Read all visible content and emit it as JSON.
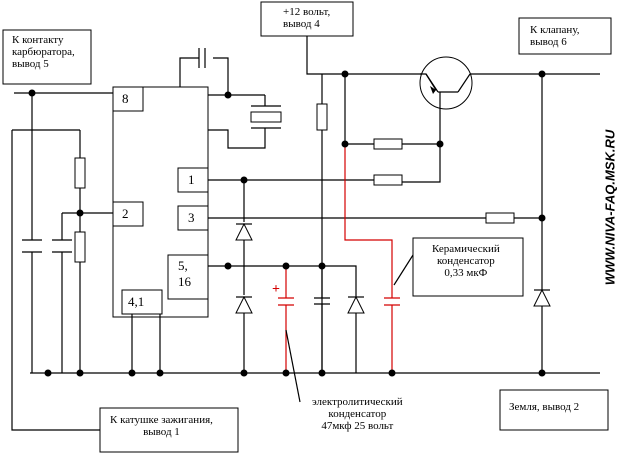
{
  "labels": {
    "carb_contact": "К контакту\nкарбюратора,\nвывод 5",
    "plus12": "+12 вольт,\nвывод 4",
    "valve": "К клапану,\nвывод 6",
    "ceramic": "Керамический\nконденсатор\n0,33 мкФ",
    "electrolytic": "электролитический\nконденсатор\n47мкф 25 вольт",
    "ignition_coil": "К катушке зажигания,\nвывод 1",
    "ground": "Земля, вывод 2"
  },
  "pins": {
    "p8": "8",
    "p2": "2",
    "p1": "1",
    "p3": "3",
    "p516": "5,\n16",
    "p41": "4,1"
  },
  "website": "WWW.NIVA-FAQ.MSK.RU",
  "polarity": "+",
  "colors": {
    "wire": "#000000",
    "highlight": "#d40000"
  }
}
